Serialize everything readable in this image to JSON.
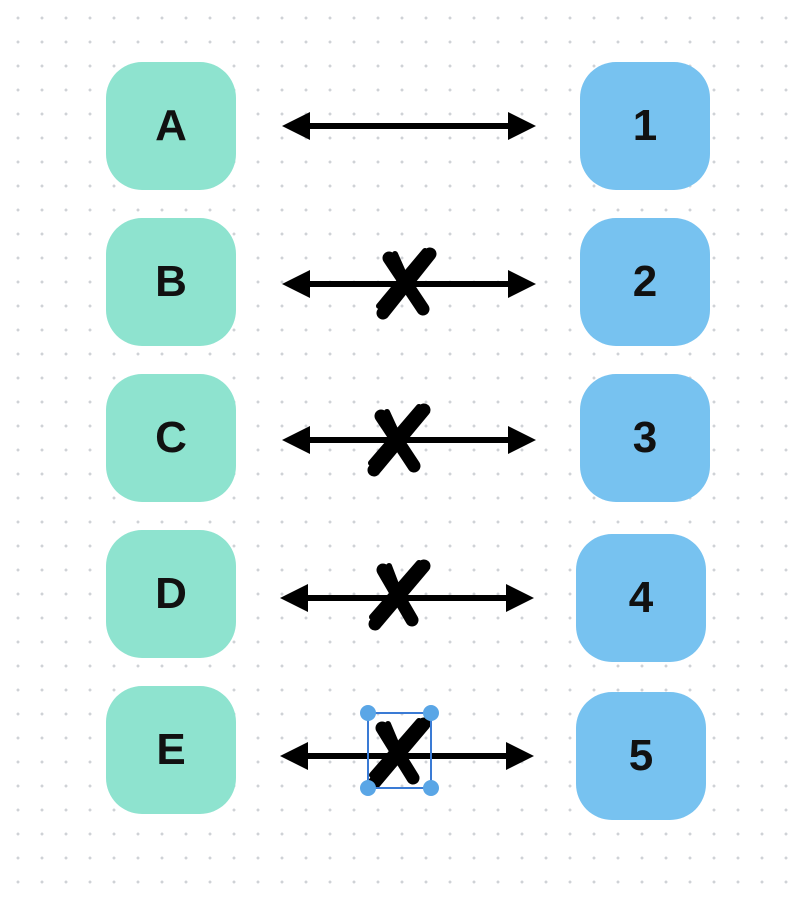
{
  "diagram": {
    "left_nodes": [
      {
        "label": "A"
      },
      {
        "label": "B"
      },
      {
        "label": "C"
      },
      {
        "label": "D"
      },
      {
        "label": "E"
      }
    ],
    "right_nodes": [
      {
        "label": "1"
      },
      {
        "label": "2"
      },
      {
        "label": "3"
      },
      {
        "label": "4"
      },
      {
        "label": "5"
      }
    ],
    "links": [
      {
        "from": "A",
        "to": "1",
        "type": "double-arrow",
        "crossed": false
      },
      {
        "from": "B",
        "to": "2",
        "type": "double-arrow",
        "crossed": true
      },
      {
        "from": "C",
        "to": "3",
        "type": "double-arrow",
        "crossed": true
      },
      {
        "from": "D",
        "to": "4",
        "type": "double-arrow",
        "crossed": true
      },
      {
        "from": "E",
        "to": "5",
        "type": "double-arrow",
        "crossed": true,
        "selected": true
      }
    ],
    "colors": {
      "left_node": "#8ee3cf",
      "right_node": "#77c2f0",
      "line": "#000000",
      "selection": "#4a90d9"
    }
  }
}
